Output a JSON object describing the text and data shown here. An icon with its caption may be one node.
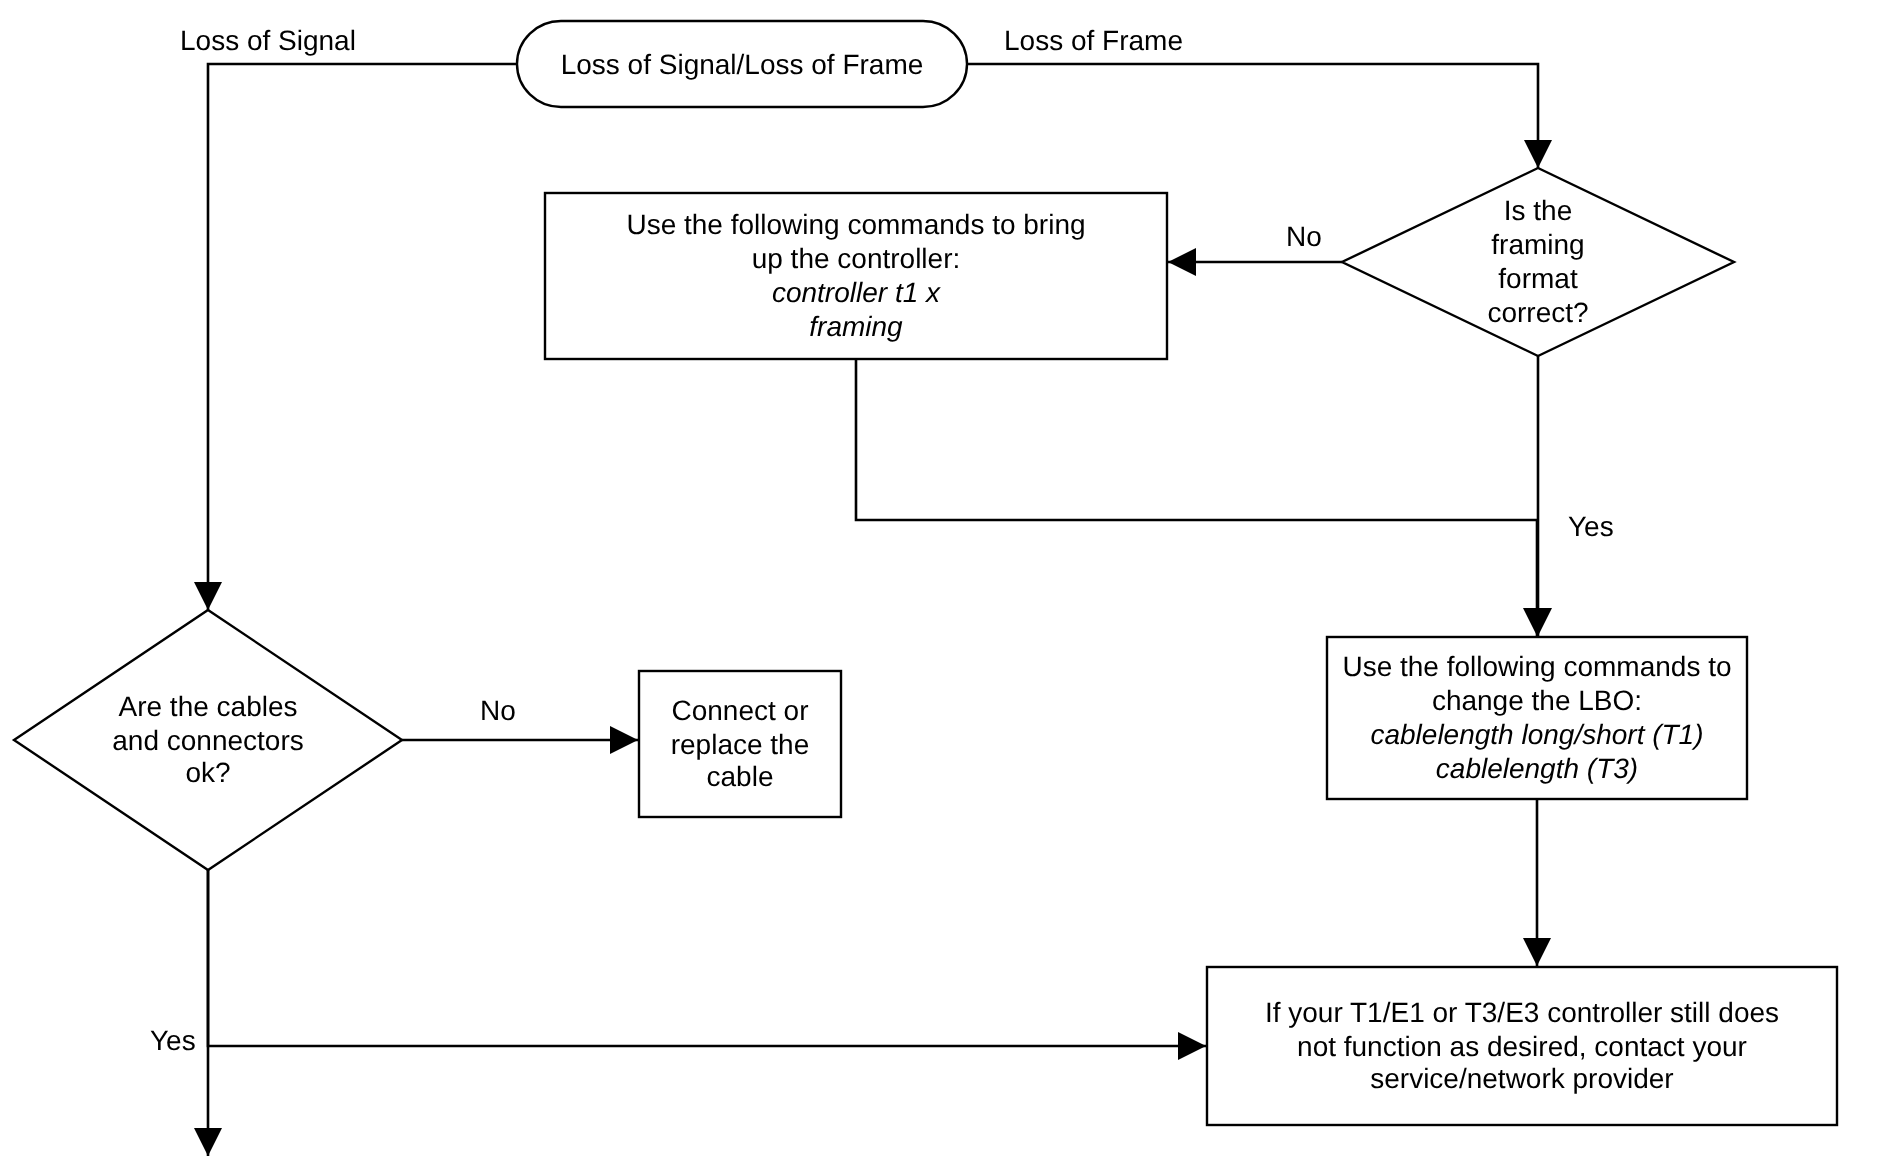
{
  "diagram": {
    "nodes": [
      {
        "text": [
          "Loss of Signal/Loss of Frame"
        ]
      },
      {
        "text": [
          "Is the framing format correct?"
        ]
      },
      {
        "text": [
          "Use the following commands to bring up the controller:",
          "controller t1 x framing"
        ]
      },
      {
        "text": [
          "Are the cables and connectors ok?"
        ]
      },
      {
        "text": [
          "Connect or replace the cable"
        ]
      },
      {
        "text": [
          "Use the following commands to change the LBO:",
          "cablelength long/short (T1) cablelength (T3)"
        ]
      },
      {
        "text": [
          "If your T1/E1 or T3/E3 controller still does not function as desired, contact your service/network provider"
        ]
      }
    ],
    "edges": [
      {
        "from": 0,
        "to": 3,
        "arrow": "to",
        "label": "Loss of Signal"
      },
      {
        "from": 0,
        "to": 1,
        "arrow": "to",
        "label": "Loss of Frame"
      },
      {
        "from": 1,
        "to": 2,
        "arrow": "to",
        "label": "No"
      },
      {
        "from": 2,
        "to": 5,
        "arrow": "to"
      },
      {
        "from": 1,
        "to": 5,
        "arrow": "to",
        "label": "Yes"
      },
      {
        "from": 3,
        "to": 4,
        "arrow": "to",
        "label": "No"
      },
      {
        "from": 5,
        "to": 6,
        "arrow": "to"
      },
      {
        "from": 3,
        "to": 6,
        "arrow": "to",
        "label": "Yes"
      },
      {
        "from": 3,
        "to": null,
        "arrow": "to"
      }
    ]
  }
}
